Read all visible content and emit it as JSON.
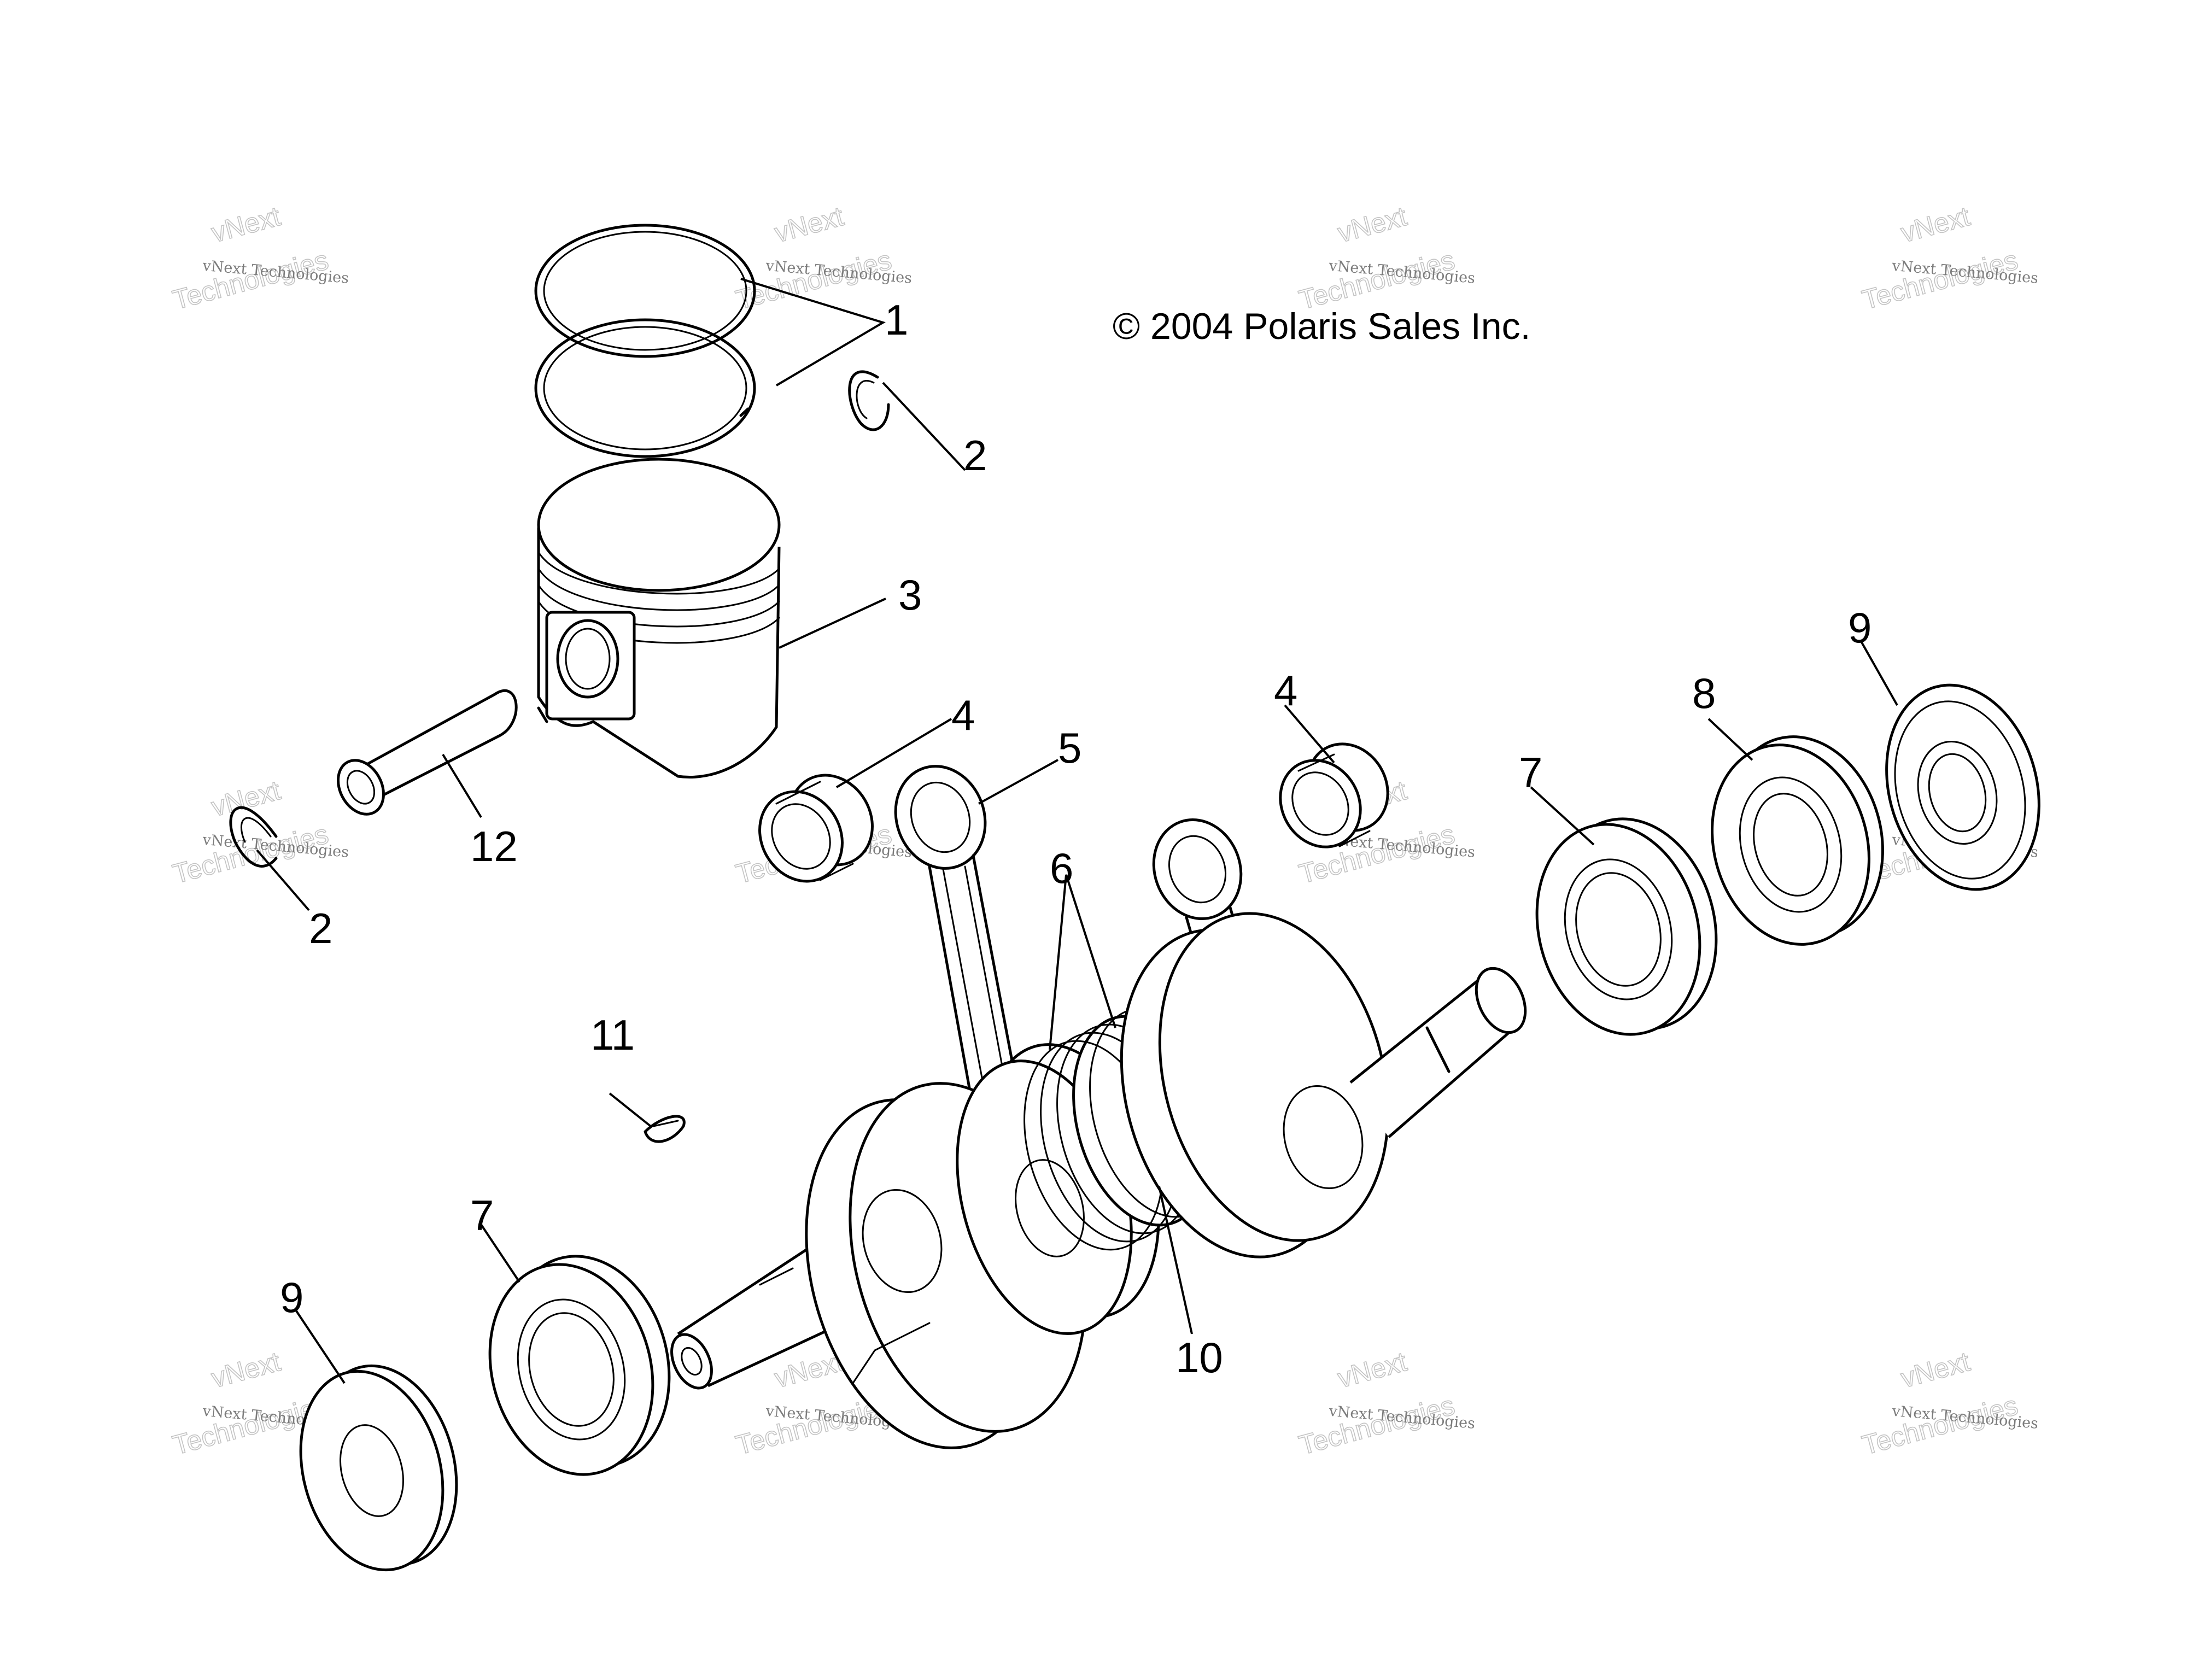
{
  "copyright": "© 2004 Polaris Sales Inc.",
  "watermark": {
    "line1": "vNext Technologies",
    "line2": "vNext",
    "line3": "Technologies"
  },
  "callouts": [
    "1",
    "2",
    "2",
    "3",
    "4",
    "4",
    "5",
    "6",
    "7",
    "7",
    "8",
    "9",
    "9",
    "10",
    "11",
    "12"
  ],
  "colors": {
    "ink": "#000000",
    "paper": "#ffffff",
    "watermark": "#9e9e9e"
  }
}
